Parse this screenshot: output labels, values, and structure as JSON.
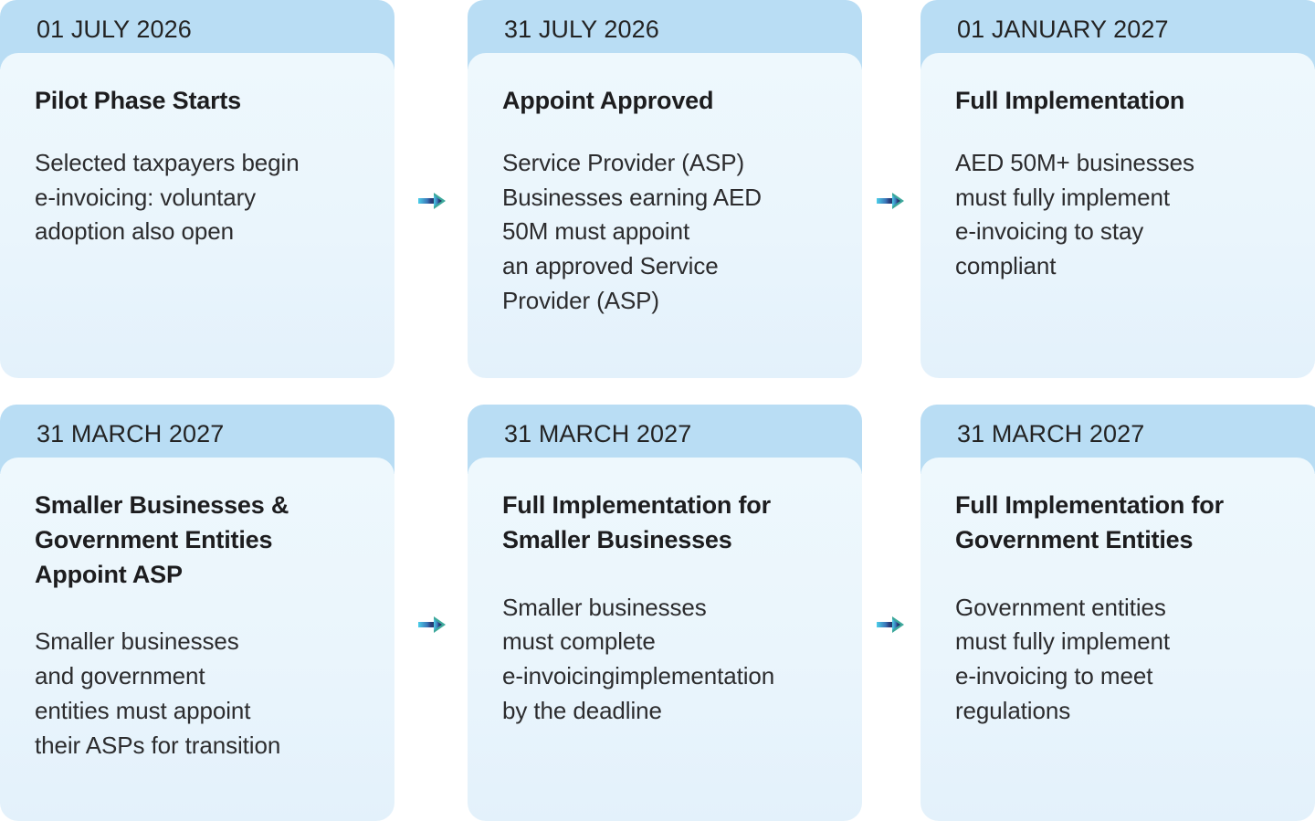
{
  "accent": {
    "header_band": "#b9ddf4",
    "panel_top": "#eef8fd",
    "panel_bottom": "#e3f1fb",
    "text_primary": "#1d1d1f",
    "text_body": "#2c2c2e",
    "arrow_start": "#4dd0ea",
    "arrow_mid": "#2b3f7e",
    "arrow_end": "#3da89b",
    "page_background": "#ffffff"
  },
  "timeline": {
    "cards": [
      {
        "date": "01 JULY 2026",
        "title": "Pilot Phase Starts",
        "description": "Selected taxpayers begin\ne-invoicing: voluntary\nadoption also open"
      },
      {
        "date": "31 JULY 2026",
        "title": "Appoint Approved",
        "description": "Service Provider (ASP)\nBusinesses earning AED\n50M must appoint\nan approved Service\nProvider (ASP)"
      },
      {
        "date": "01 JANUARY 2027",
        "title": "Full Implementation",
        "description": "AED 50M+ businesses\nmust fully implement\ne-invoicing to stay\ncompliant"
      },
      {
        "date": "31 MARCH 2027",
        "title": "Smaller Businesses & Government Entities Appoint ASP",
        "description": "Smaller businesses\nand government\nentities must appoint\ntheir ASPs for transition"
      },
      {
        "date": "31 MARCH 2027",
        "title": "Full Implementation for Smaller Businesses",
        "description": "Smaller businesses\nmust complete\ne-invoicingimplementation\nby the deadline"
      },
      {
        "date": "31 MARCH 2027",
        "title": "Full Implementation for Government Entities",
        "description": "Government entities\nmust fully implement\ne-invoicing to meet\nregulations"
      }
    ],
    "connectors": [
      {
        "icon": "arrow-right-icon"
      },
      {
        "icon": "arrow-right-icon"
      },
      {
        "icon": "arrow-right-icon"
      },
      {
        "icon": "arrow-right-icon"
      }
    ]
  }
}
